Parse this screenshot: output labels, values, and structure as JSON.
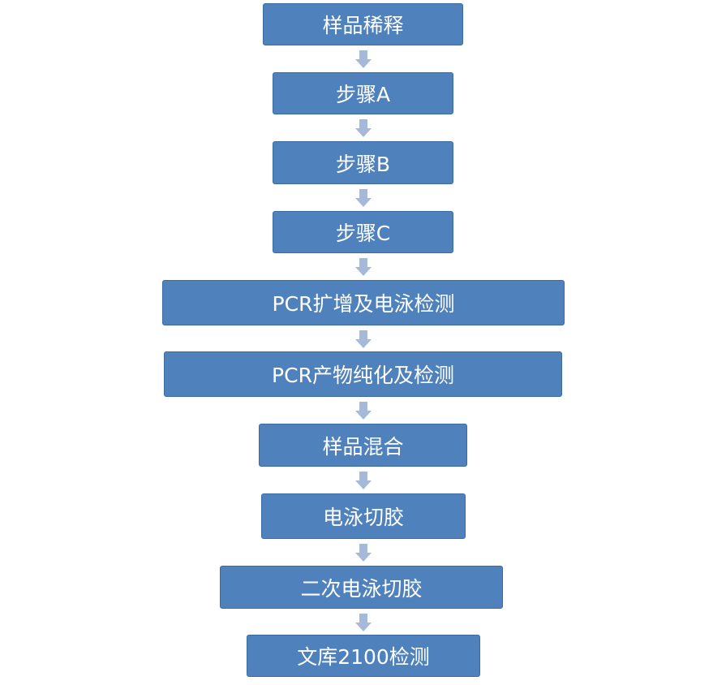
{
  "flowchart": {
    "box_color": "#4f81bd",
    "box_border": "#3c6aa3",
    "arrow_color": "#a7b9d9",
    "steps": [
      {
        "label": "样品稀释"
      },
      {
        "label": "步骤A"
      },
      {
        "label": "步骤B"
      },
      {
        "label": "步骤C"
      },
      {
        "label": "PCR扩增及电泳检测"
      },
      {
        "label": "PCR产物纯化及检测"
      },
      {
        "label": "样品混合"
      },
      {
        "label": "电泳切胶"
      },
      {
        "label": "二次电泳切胶"
      },
      {
        "label": "文库2100检测"
      }
    ]
  }
}
